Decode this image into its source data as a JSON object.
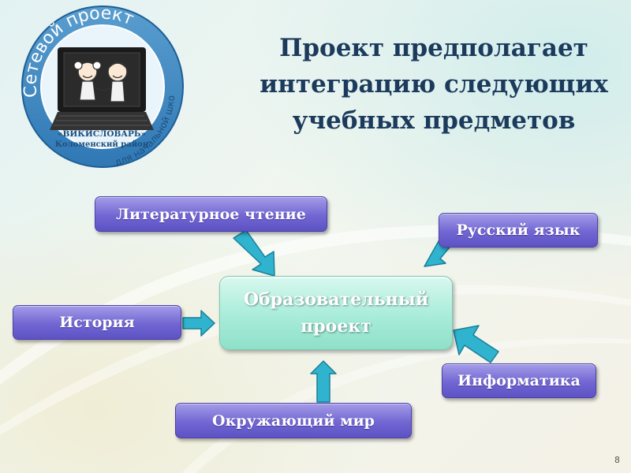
{
  "logo": {
    "arc_text": "Сетевой проект",
    "name": "«ВИКИСЛОВАРЬ»",
    "district": "Коломенский район",
    "bottom_arc_text": "для начальной школы"
  },
  "title": {
    "lines": [
      "Проект предполагает",
      "интеграцию следующих",
      "учебных предметов"
    ]
  },
  "center": {
    "lines": [
      "Образовательный",
      "проект"
    ]
  },
  "subjects": {
    "literature": "Литературное чтение",
    "russian": "Русский язык",
    "history": "История",
    "informatics": "Информатика",
    "world": "Окружающий мир"
  },
  "colors": {
    "box_fill": "#7166d2",
    "center_fill": "#a8ecd9",
    "arrow_fill": "#2fb3cf",
    "title_color": "#1b3a5c"
  },
  "page_number": "8"
}
